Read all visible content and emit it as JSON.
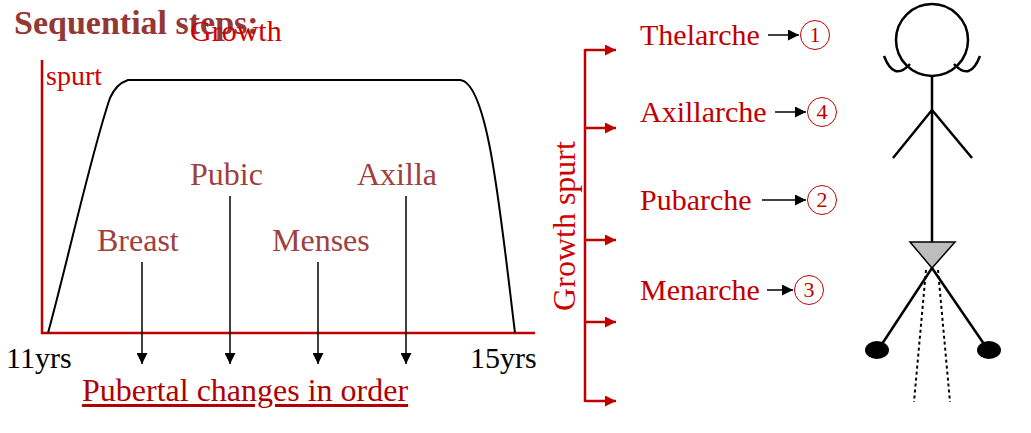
{
  "diagram": {
    "title": "Sequential steps:",
    "nodes": [
      {
        "text": [
          "1"
        ]
      },
      {
        "text": [
          "4"
        ]
      },
      {
        "text": [
          "2"
        ]
      },
      {
        "text": [
          "3"
        ]
      }
    ],
    "labels": [
      "Growth",
      "spurt",
      "Breast",
      "Pubic",
      "Menses",
      "Axilla",
      "11yrs",
      "15yrs",
      "Pubertal changes in order",
      "Growth spurt",
      "Thelarche",
      "Axillarche",
      "Pubarche",
      "Menarche"
    ]
  }
}
